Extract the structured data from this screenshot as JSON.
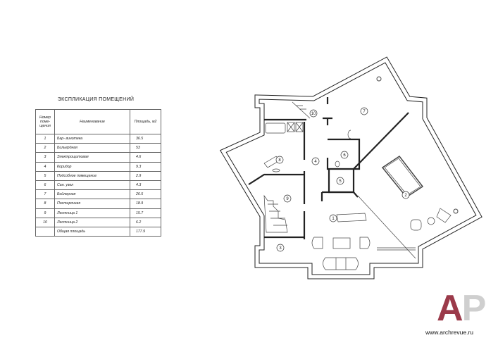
{
  "explication": {
    "title": "ЭКСПЛИКАЦИЯ ПОМЕЩЕНИЙ",
    "headers": {
      "number": "Номер поме-щения",
      "name": "Наименование",
      "area": "Площадь, м2"
    },
    "rows": [
      {
        "number": "1",
        "name": "Бар- винотека",
        "area": "36.5"
      },
      {
        "number": "2",
        "name": "Бильярдная",
        "area": "53"
      },
      {
        "number": "3",
        "name": "Электрощитовая",
        "area": "4.6"
      },
      {
        "number": "4",
        "name": "Коридор",
        "area": "9.3"
      },
      {
        "number": "5",
        "name": "Подсобное помещение",
        "area": "2.9"
      },
      {
        "number": "6",
        "name": "Сан. узел",
        "area": "4.3"
      },
      {
        "number": "7",
        "name": "Бойлерная",
        "area": "26.5"
      },
      {
        "number": "8",
        "name": "Постирочная",
        "area": "18.9"
      },
      {
        "number": "9",
        "name": "Лестница 1",
        "area": "15.7"
      },
      {
        "number": "10",
        "name": "Лестница 2",
        "area": "6.2"
      }
    ],
    "total": {
      "label": "Общая площадь",
      "area": "177.9"
    }
  },
  "plan": {
    "room_labels": [
      "1",
      "2",
      "3",
      "4",
      "5",
      "6",
      "7",
      "8",
      "9",
      "10"
    ]
  },
  "logo": {
    "letter_a": "A",
    "letter_p": "P",
    "url": "www.archrevue.ru",
    "color_a": "#9b3a4a",
    "color_p": "#cfcfcf"
  }
}
